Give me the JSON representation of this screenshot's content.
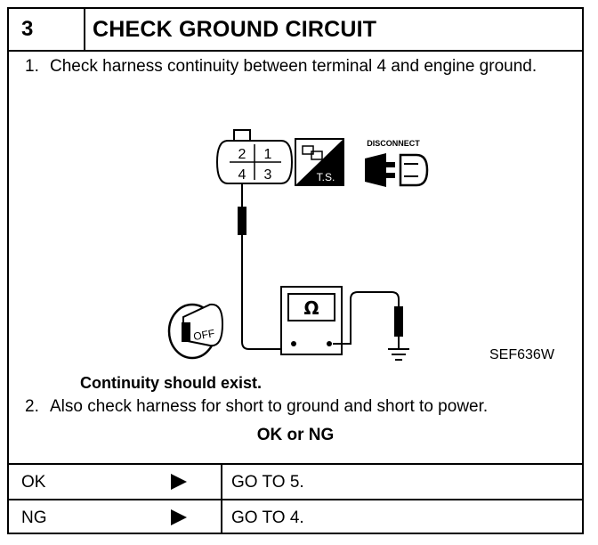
{
  "header": {
    "step_number": "3",
    "title": "CHECK GROUND CIRCUIT"
  },
  "step1": {
    "number": "1.",
    "text": "Check harness continuity between terminal 4 and engine ground."
  },
  "diagram": {
    "connector_terminals": [
      "2",
      "1",
      "4",
      "3"
    ],
    "ts_label": "T.S.",
    "disconnect_label": "DISCONNECT",
    "ohm_symbol": "Ω",
    "ignition_label": "OFF",
    "reference_code": "SEF636W"
  },
  "expectation": "Continuity should exist.",
  "step2": {
    "number": "2.",
    "text": "Also check harness for short to ground and short to power."
  },
  "result_header": "OK or NG",
  "results": [
    {
      "label": "OK",
      "action": "GO TO 5."
    },
    {
      "label": "NG",
      "action": "GO TO 4."
    }
  ]
}
